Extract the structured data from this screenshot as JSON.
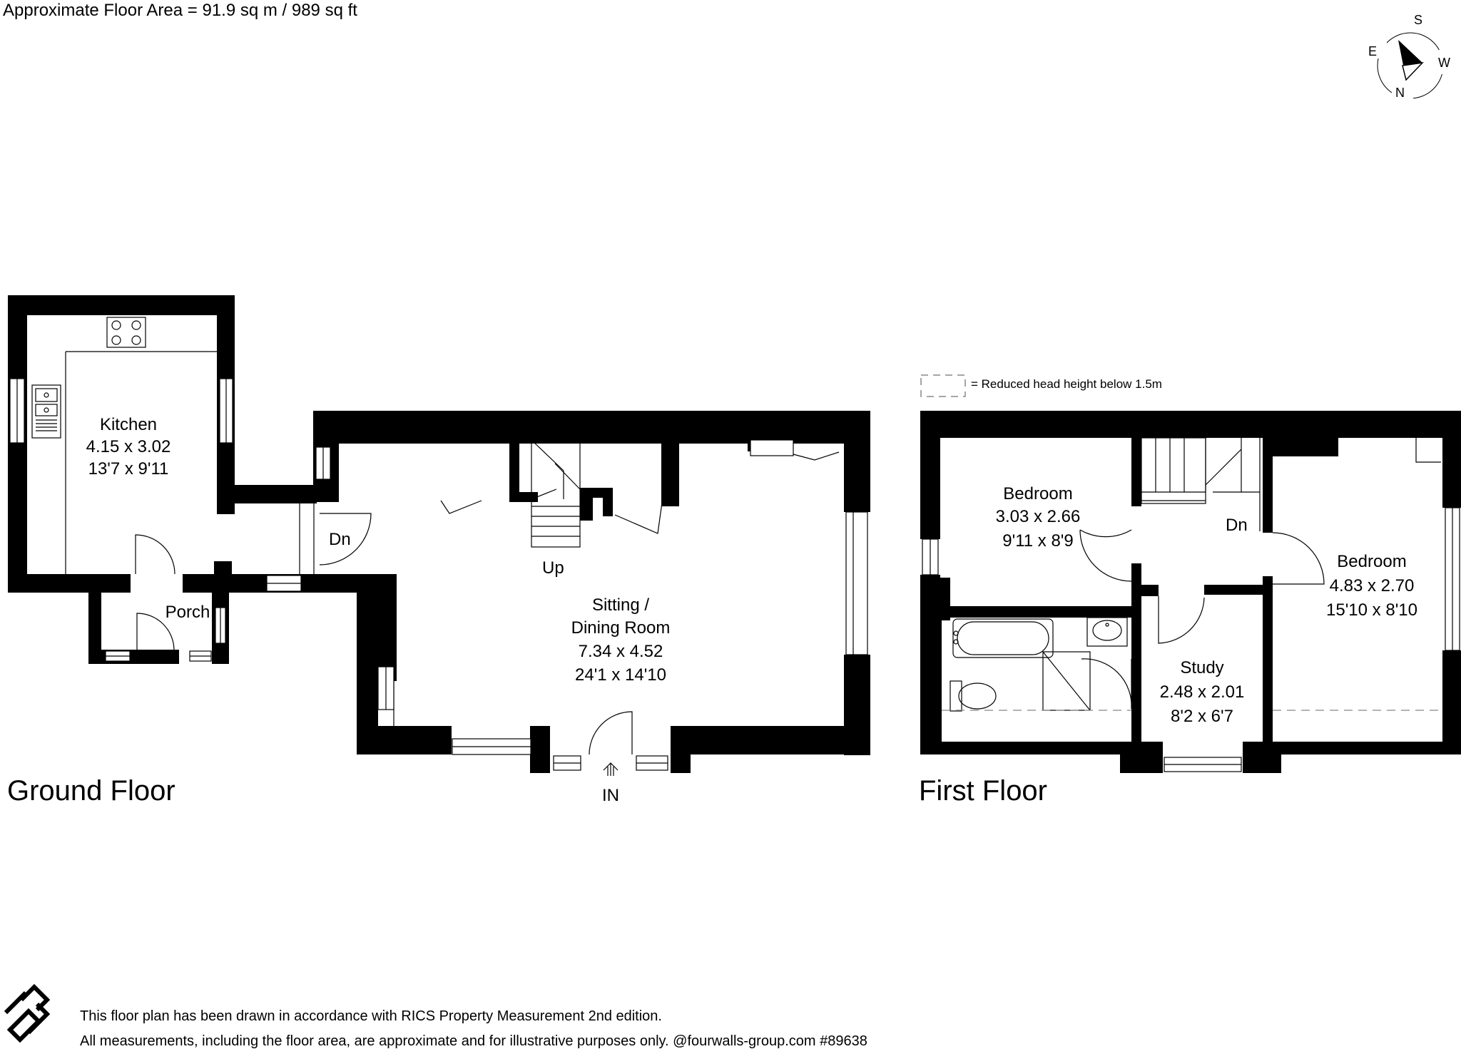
{
  "header": {
    "floor_area": "Approximate Floor Area = 91.9 sq m / 989 sq ft"
  },
  "compass": {
    "n": "N",
    "s": "S",
    "e": "E",
    "w": "W"
  },
  "legend": {
    "reduced_head_height": "= Reduced head height below 1.5m"
  },
  "ground_floor": {
    "title": "Ground Floor",
    "kitchen": {
      "name": "Kitchen",
      "metric": "4.15 x 3.02",
      "imperial": "13'7 x 9'11"
    },
    "porch": {
      "name": "Porch"
    },
    "sitting": {
      "name_line1": "Sitting /",
      "name_line2": "Dining Room",
      "metric": "7.34 x 4.52",
      "imperial": "24'1 x 14'10"
    },
    "stairs_up": "Up",
    "stairs_down": "Dn",
    "entrance": "IN"
  },
  "first_floor": {
    "title": "First Floor",
    "bedroom1": {
      "name": "Bedroom",
      "metric": "3.03 x 2.66",
      "imperial": "9'11 x 8'9"
    },
    "bedroom2": {
      "name": "Bedroom",
      "metric": "4.83 x 2.70",
      "imperial": "15'10 x 8'10"
    },
    "study": {
      "name": "Study",
      "metric": "2.48 x 2.01",
      "imperial": "8'2 x 6'7"
    },
    "stairs_down": "Dn"
  },
  "footer": {
    "line1": "This floor plan has been drawn in accordance with RICS Property Measurement 2nd edition.",
    "line2": "All measurements, including the floor area, are approximate and for illustrative purposes only. @fourwalls-group.com #89638"
  }
}
